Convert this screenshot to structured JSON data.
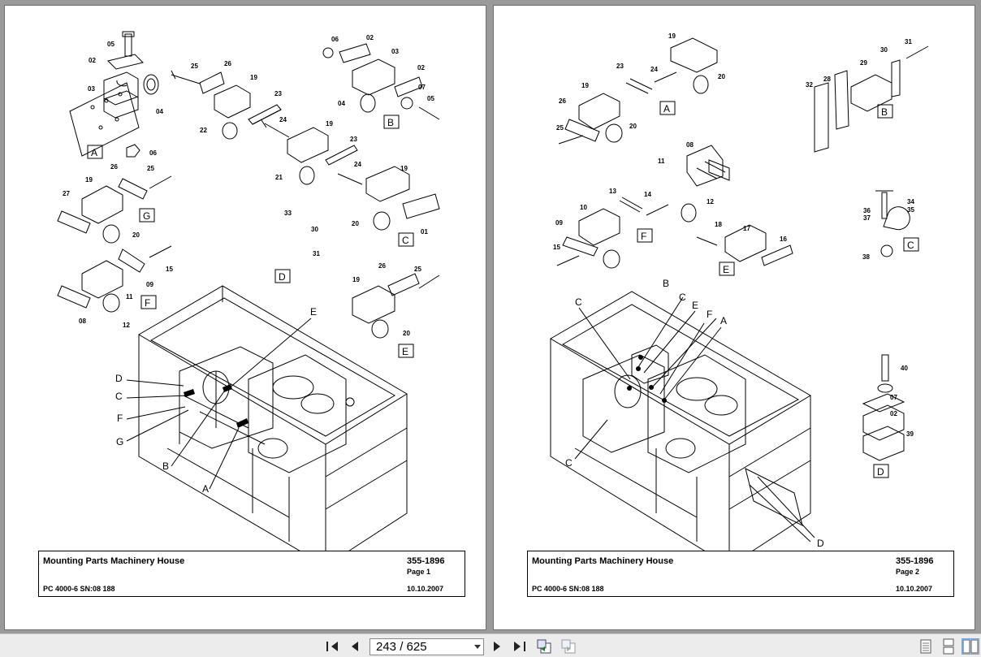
{
  "pages": [
    {
      "title": "Mounting Parts Machinery House",
      "part_number": "355-1896",
      "page_label": "Page 1",
      "model": "PC 4000-6 SN:08 188",
      "date": "10.10.2007",
      "detail_boxes": [
        "A",
        "B",
        "C",
        "D",
        "E",
        "F",
        "G"
      ],
      "callouts": [
        "A",
        "B",
        "C",
        "D",
        "E",
        "F",
        "G"
      ],
      "item_numbers": [
        "01",
        "02",
        "03",
        "04",
        "05",
        "06",
        "07",
        "08",
        "09",
        "11",
        "12",
        "15",
        "19",
        "20",
        "21",
        "22",
        "23",
        "24",
        "25",
        "26",
        "27",
        "30",
        "31",
        "33"
      ]
    },
    {
      "title": "Mounting Parts Machinery House",
      "part_number": "355-1896",
      "page_label": "Page 2",
      "model": "PC 4000-6 SN:08 188",
      "date": "10.10.2007",
      "detail_boxes": [
        "A",
        "B",
        "C",
        "D",
        "E",
        "F"
      ],
      "callouts": [
        "A",
        "B",
        "C",
        "D",
        "E",
        "F"
      ],
      "item_numbers": [
        "02",
        "07",
        "08",
        "09",
        "10",
        "11",
        "12",
        "13",
        "14",
        "15",
        "16",
        "17",
        "18",
        "19",
        "20",
        "23",
        "24",
        "25",
        "26",
        "28",
        "29",
        "30",
        "31",
        "32",
        "34",
        "35",
        "36",
        "37",
        "38",
        "39",
        "40"
      ]
    }
  ],
  "toolbar": {
    "page_indicator": "243 / 625",
    "buttons": [
      "first-page",
      "previous-page",
      "next-page",
      "last-page",
      "go-back-view",
      "go-forward-view",
      "single-page-view",
      "continuous-view",
      "facing-pages-view"
    ]
  }
}
